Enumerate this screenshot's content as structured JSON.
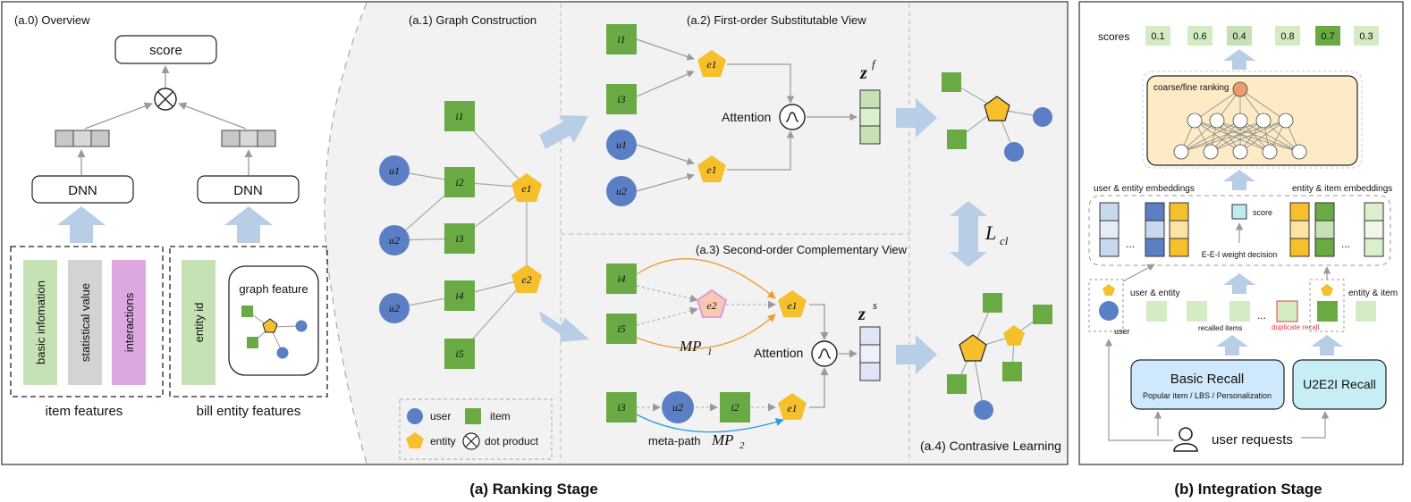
{
  "ranking": {
    "overview": {
      "title": "(a.0) Overview",
      "score_label": "score",
      "dnn_left": "DNN",
      "dnn_right": "DNN",
      "feature_basic": "basic infomation",
      "feature_statistical": "statistical value",
      "feature_interactions": "interactions",
      "item_features_label": "item features",
      "entity_id": "entity id",
      "graph_feature": "graph feature",
      "bill_entity_label": "bill entity features"
    },
    "graph_construction": {
      "title": "(a.1) Graph Construction",
      "nodes": {
        "u1": "u1",
        "u2a": "u2",
        "u2b": "u2",
        "i1": "i1",
        "i2": "i2",
        "i3": "i3",
        "i4": "i4",
        "i5": "i5",
        "e1": "e1",
        "e2": "e2"
      },
      "legend": {
        "user": "user",
        "item": "item",
        "entity": "entity",
        "dot_product": "dot product"
      }
    },
    "first_order": {
      "title": "(a.2) First-order Substitutable View",
      "attention": "Attention",
      "z": "z",
      "z_sup": "f",
      "nodes": {
        "i1": "i1",
        "i3": "i3",
        "u1": "u1",
        "u2": "u2",
        "e1a": "e1",
        "e1b": "e1"
      }
    },
    "second_order": {
      "title": "(a.3) Second-order Complementary View",
      "attention": "Attention",
      "z": "z",
      "z_sup": "s",
      "mp1": "MP",
      "mp1_sub": "1",
      "metapath_prefix": "meta-path",
      "mp2": "MP",
      "mp2_sub": "2",
      "nodes": {
        "i4": "i4",
        "i5": "i5",
        "e2": "e2",
        "e1a": "e1",
        "i3": "i3",
        "u2": "u2",
        "i2": "i2",
        "e1b": "e1"
      }
    },
    "contrastive": {
      "title": "(a.4) Contrasive Learning",
      "loss": "L",
      "loss_sub": "cl"
    },
    "caption": "(a) Ranking Stage"
  },
  "integration": {
    "scores_label": "scores",
    "scores": [
      "0.1",
      "0.6",
      "0.4",
      "0.8",
      "0.7",
      "0.3"
    ],
    "coarse_fine": "coarse/fine ranking",
    "user_entity_emb": "user & entity embeddings",
    "entity_item_emb": "entity & item embeddings",
    "ellipsis": "...",
    "score_small": "score",
    "eei": "E-E-I weight decision",
    "user_entity": "user & entity",
    "entity_item": "entity & item",
    "user": "user",
    "recalled_items": "recalled items",
    "duplicate_recall": "duplicate recall",
    "basic_recall_title": "Basic Recall",
    "basic_recall_sub": "Popular item / LBS / Personalization",
    "u2e2i": "U2E2I Recall",
    "user_requests": "user requests",
    "caption": "(b) Integration Stage"
  },
  "colors": {
    "user_node": "#5b7fc4",
    "item_node": "#6aaa45",
    "entity_node": "#f5c02c",
    "arrow_light": "#b8cde6",
    "panel_bg": "#f2f2f2",
    "orange_path": "#f29a2e",
    "blue_path": "#2e9cdf"
  }
}
